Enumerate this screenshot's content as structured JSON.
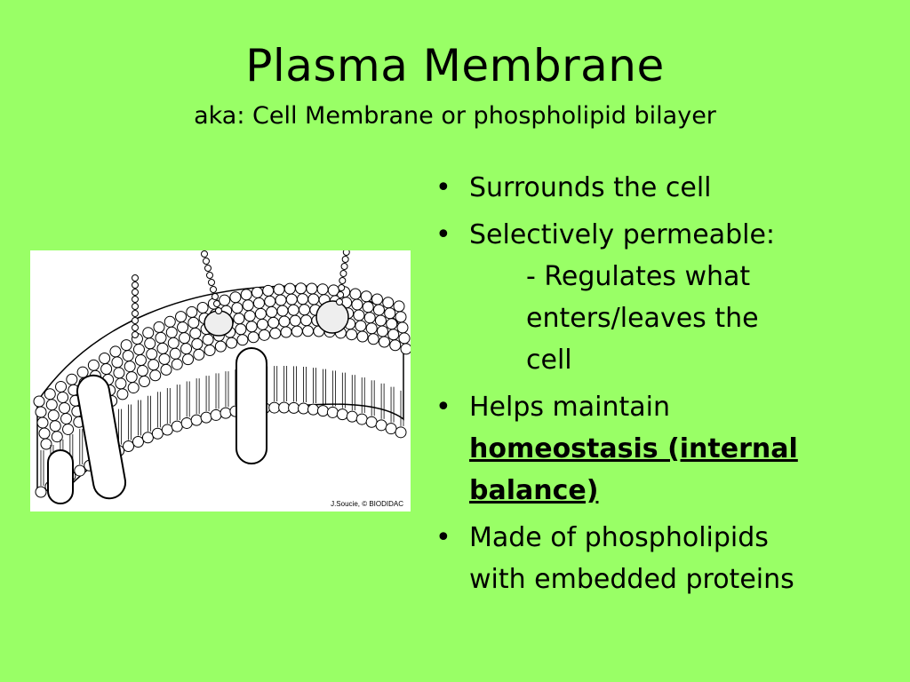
{
  "slide": {
    "title": "Plasma Membrane",
    "subtitle": "aka: Cell Membrane or phospholipid bilayer",
    "background_color": "#99ff66"
  },
  "figure": {
    "credit": "J.Soucie, © BIODIDAC"
  },
  "bullets": {
    "marker": "•",
    "b1": "Surrounds the cell",
    "b2": "Selectively permeable:",
    "b2_sub1": "- Regulates what",
    "b2_sub2": "enters/leaves the",
    "b2_sub3": "cell",
    "b3": "Helps maintain",
    "b3_emph1": "homeostasis (internal",
    "b3_emph2": "balance)",
    "b4_line1": "Made of phospholipids",
    "b4_line2": "with embedded proteins"
  }
}
